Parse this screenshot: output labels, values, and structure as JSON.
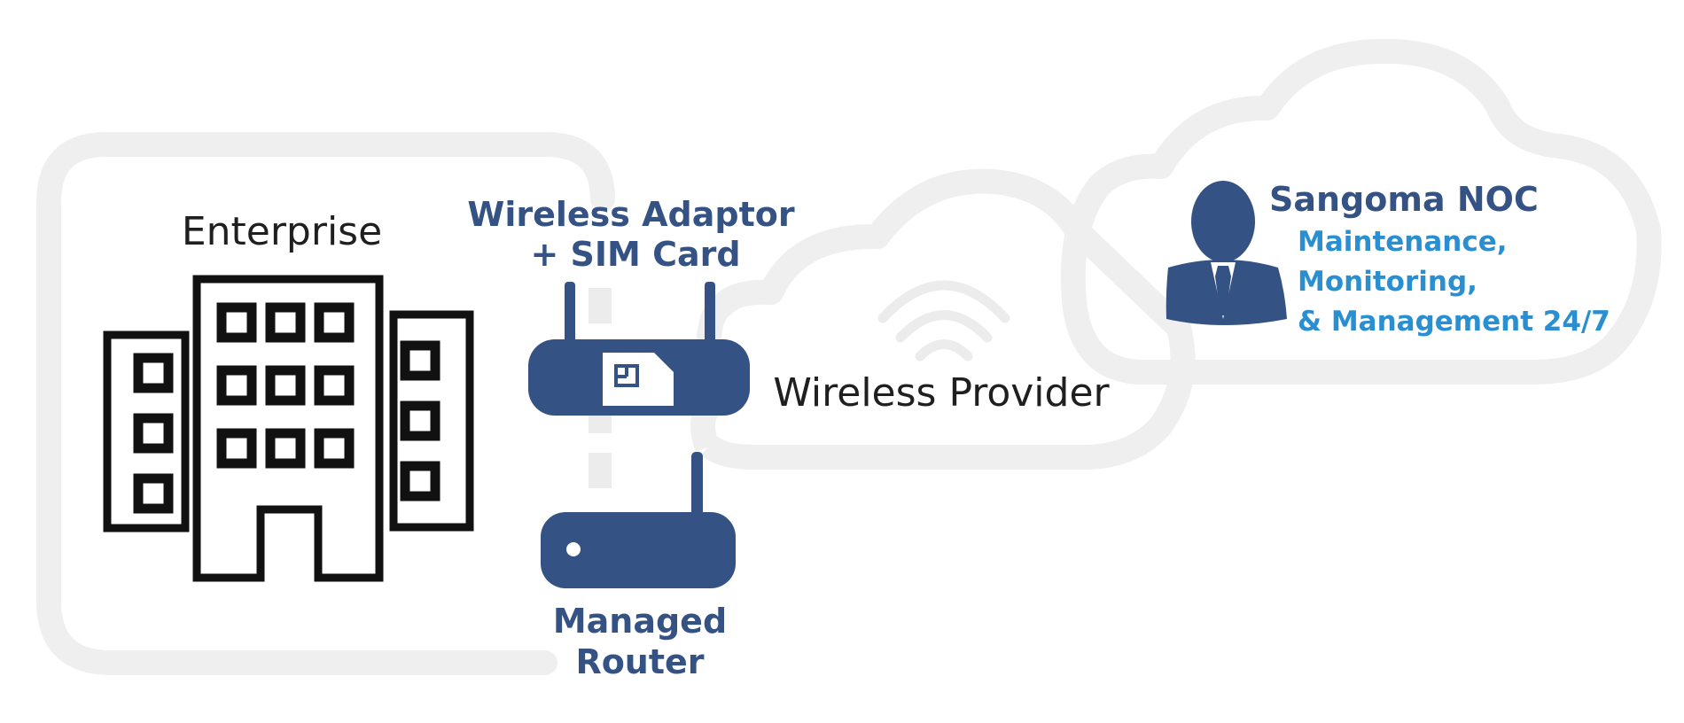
{
  "enterprise": {
    "label": "Enterprise"
  },
  "adaptor": {
    "label_line1": "Wireless Adaptor",
    "label_line2": "+ SIM Card"
  },
  "router": {
    "label_line1": "Managed",
    "label_line2": "Router"
  },
  "provider": {
    "label": "Wireless Provider"
  },
  "noc": {
    "title": "Sangoma NOC",
    "line1": "Maintenance,",
    "line2": "Monitoring,",
    "line3": "& Management 24/7"
  },
  "colors": {
    "navy": "#355284",
    "accent_blue": "#2a8fd0",
    "outline_gray": "#efefef",
    "text_dark": "#1f1f1f"
  }
}
